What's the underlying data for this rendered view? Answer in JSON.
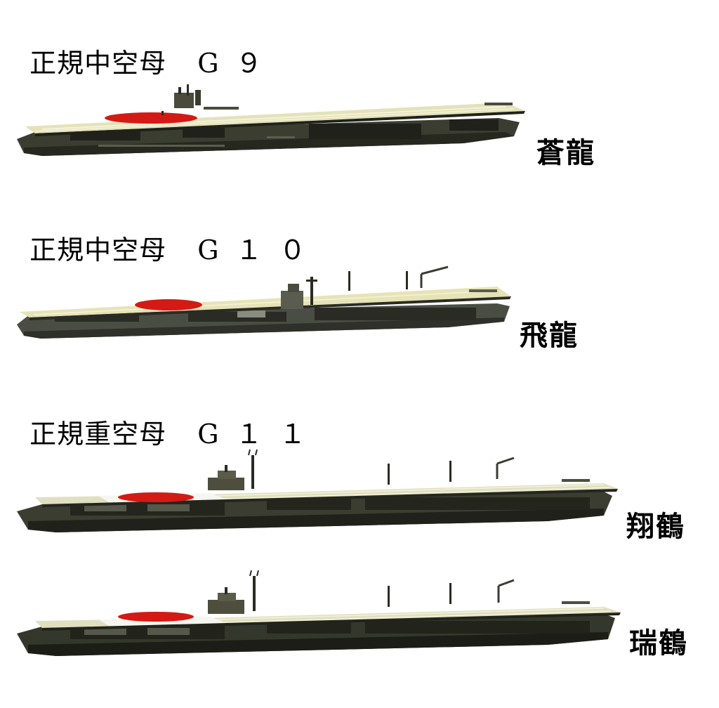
{
  "sections": [
    {
      "heading": "正規中空母",
      "code": "G９",
      "ships": [
        {
          "name": "蒼龍"
        }
      ]
    },
    {
      "heading": "正規中空母",
      "code": "G１０",
      "ships": [
        {
          "name": "飛龍"
        }
      ]
    },
    {
      "heading": "正規重空母",
      "code": "G１１",
      "ships": [
        {
          "name": "翔鶴"
        },
        {
          "name": "瑞鶴"
        }
      ]
    }
  ],
  "colors": {
    "deck": "#e4e2b8",
    "deck_stripe": "#f4f3dc",
    "hull": "#3a3d30",
    "hull_dark": "#1f211a",
    "hinomaru": "#d41a14",
    "island": "#4a4b3c"
  }
}
